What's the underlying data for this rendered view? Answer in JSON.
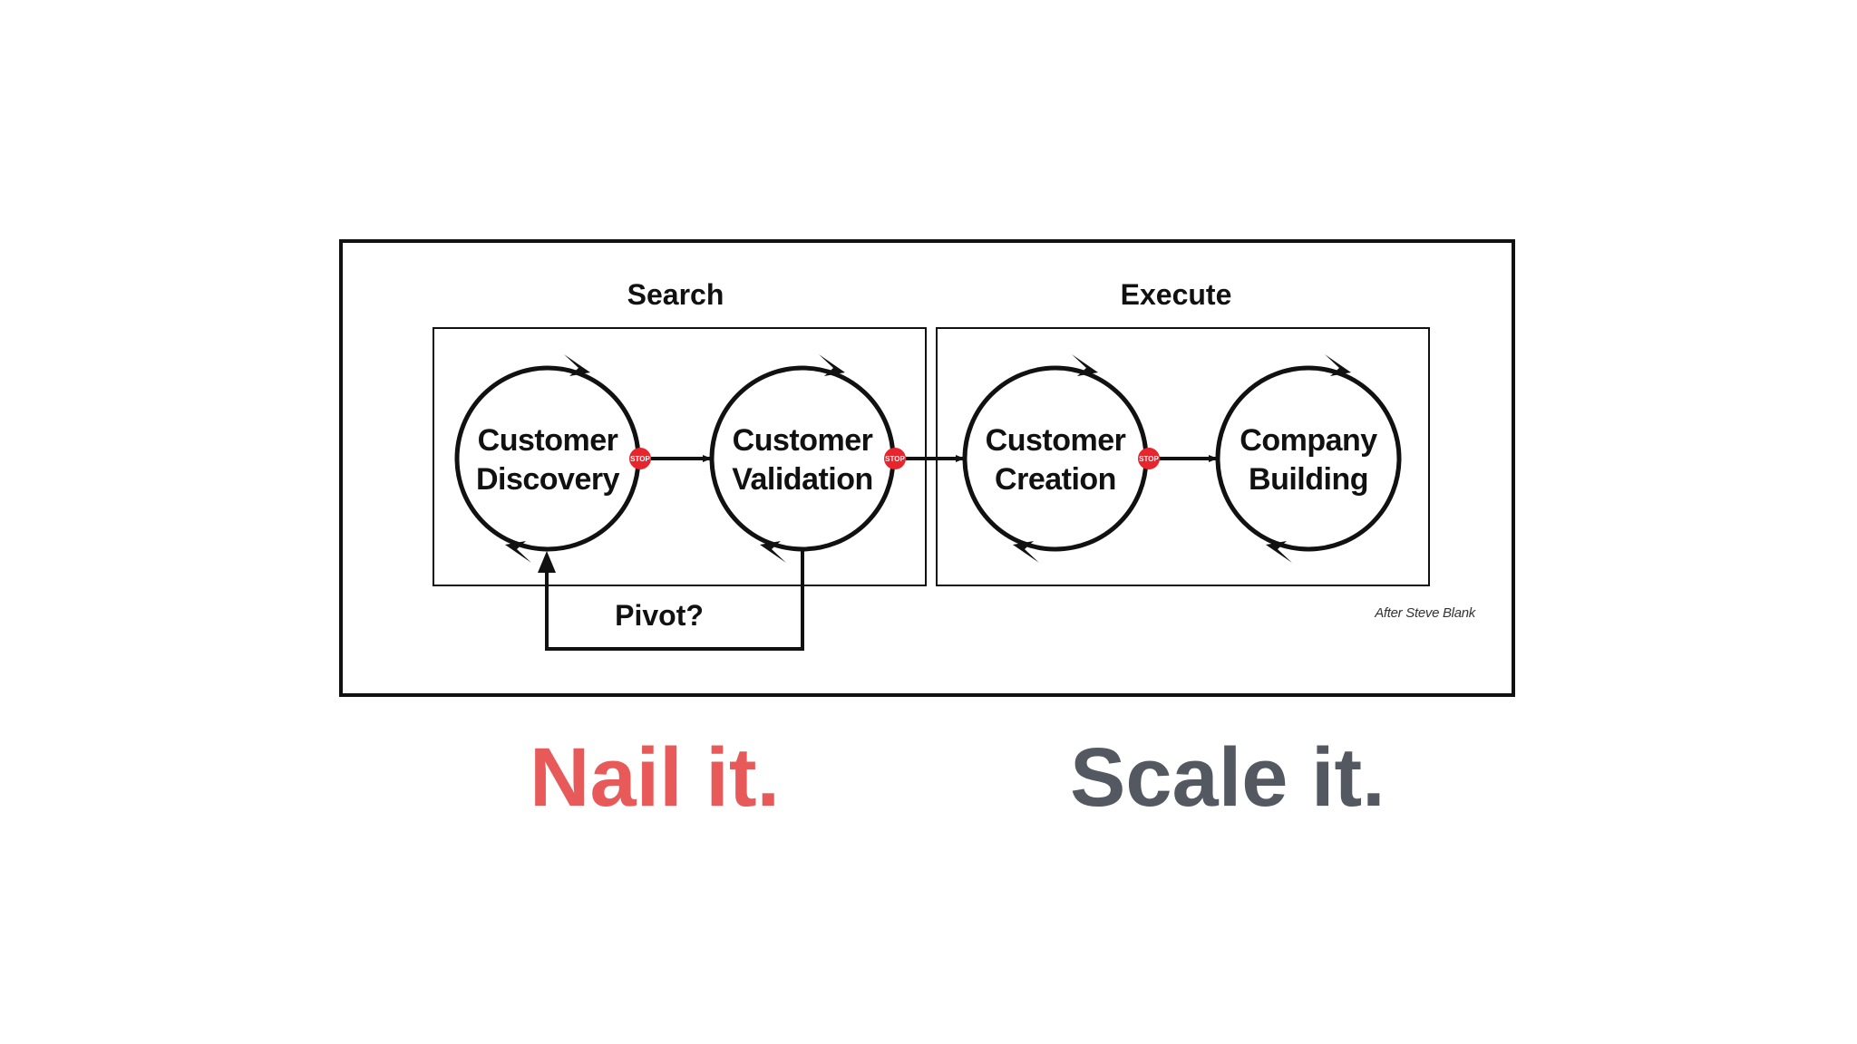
{
  "diagram": {
    "search_label": "Search",
    "execute_label": "Execute",
    "stages": [
      {
        "line1": "Customer",
        "line2": "Discovery"
      },
      {
        "line1": "Customer",
        "line2": "Validation"
      },
      {
        "line1": "Customer",
        "line2": "Creation"
      },
      {
        "line1": "Company",
        "line2": "Building"
      }
    ],
    "stop_sign_text": "STOP",
    "pivot_label": "Pivot?",
    "credit": "After Steve Blank"
  },
  "taglines": {
    "left": "Nail it.",
    "right": "Scale it."
  },
  "colors": {
    "stop_sign": "#e8242c",
    "nail_text": "#e85a5a",
    "scale_text": "#545861",
    "line": "#111111"
  }
}
